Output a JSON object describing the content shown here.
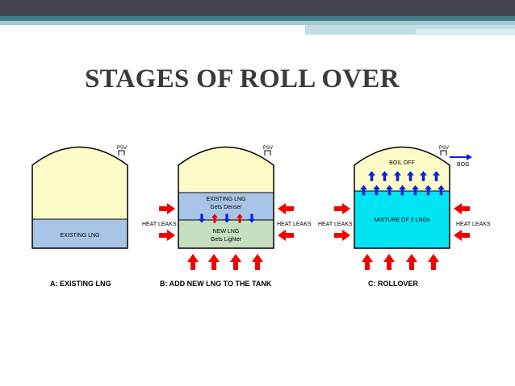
{
  "slide": {
    "title": "STAGES OF ROLL OVER",
    "colors": {
      "header_bar": "#42444e",
      "header_stripe": "#3f7d87",
      "accent_stripe": "#a4c9cf",
      "title": "#3a3a3a"
    }
  },
  "diagram": {
    "colors": {
      "vapor": "#fffbc8",
      "existing_lng": "#a8c5e8",
      "new_lng": "#c5dfc0",
      "mixture": "#00e4f4",
      "arrow_heat": "#f20000",
      "arrow_boiloff": "#0a1fdc"
    },
    "panel_a": {
      "psv": "PSV",
      "liquid_label": "EXISTING LNG",
      "caption": "A: EXISTING LNG"
    },
    "panel_b": {
      "psv": "PSV",
      "upper_line1": "EXISTING LNG",
      "upper_line2": "Gets Denser",
      "lower_line1": "NEW LNG",
      "lower_line2": "Gets Lighter",
      "heat_leaks_left": "HEAT LEAKS",
      "heat_leaks_right": "HEAT LEAKS",
      "caption": "B: ADD NEW LNG TO THE TANK"
    },
    "panel_c": {
      "psv": "PSV",
      "bog": "BOG",
      "boil_off": "BOIL OFF",
      "mixture": "MIXTURE OF 2 LNGs",
      "heat_leaks_left": "HEAT LEAKS",
      "heat_leaks_right": "HEAT LEAKS",
      "caption": "C: ROLLOVER"
    }
  }
}
